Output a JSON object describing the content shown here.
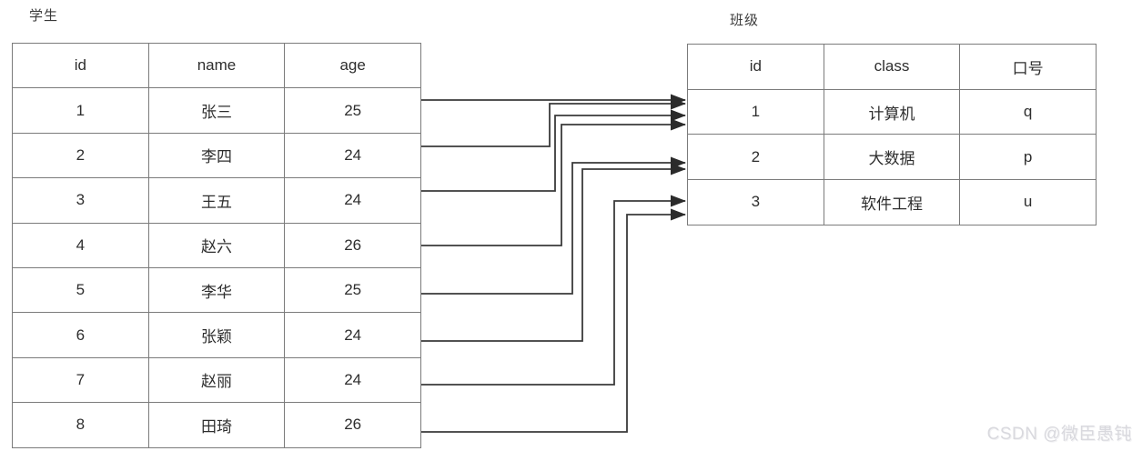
{
  "page": {
    "watermark": "CSDN @微臣愚钝",
    "colors": {
      "border": "#7b7b7b",
      "arrow": "#3a3a3a",
      "text": "#2e2e2e",
      "watermark": "#d9d9de"
    }
  },
  "student_table": {
    "title": "学生",
    "headers": [
      "id",
      "name",
      "age"
    ],
    "rows": [
      [
        "1",
        "张三",
        "25"
      ],
      [
        "2",
        "李四",
        "24"
      ],
      [
        "3",
        "王五",
        "24"
      ],
      [
        "4",
        "赵六",
        "26"
      ],
      [
        "5",
        "李华",
        "25"
      ],
      [
        "6",
        "张颖",
        "24"
      ],
      [
        "7",
        "赵丽",
        "24"
      ],
      [
        "8",
        "田琦",
        "26"
      ]
    ]
  },
  "class_table": {
    "title": "班级",
    "headers": [
      "id",
      "class",
      "口号"
    ],
    "rows": [
      [
        "1",
        "计算机",
        "q"
      ],
      [
        "2",
        "大数据",
        "p"
      ],
      [
        "3",
        "软件工程",
        "u"
      ]
    ]
  },
  "connections": [
    {
      "student_id": 1,
      "class_id": 1
    },
    {
      "student_id": 2,
      "class_id": 1
    },
    {
      "student_id": 3,
      "class_id": 1
    },
    {
      "student_id": 4,
      "class_id": 1
    },
    {
      "student_id": 5,
      "class_id": 2
    },
    {
      "student_id": 6,
      "class_id": 2
    },
    {
      "student_id": 7,
      "class_id": 3
    },
    {
      "student_id": 8,
      "class_id": 3
    }
  ]
}
